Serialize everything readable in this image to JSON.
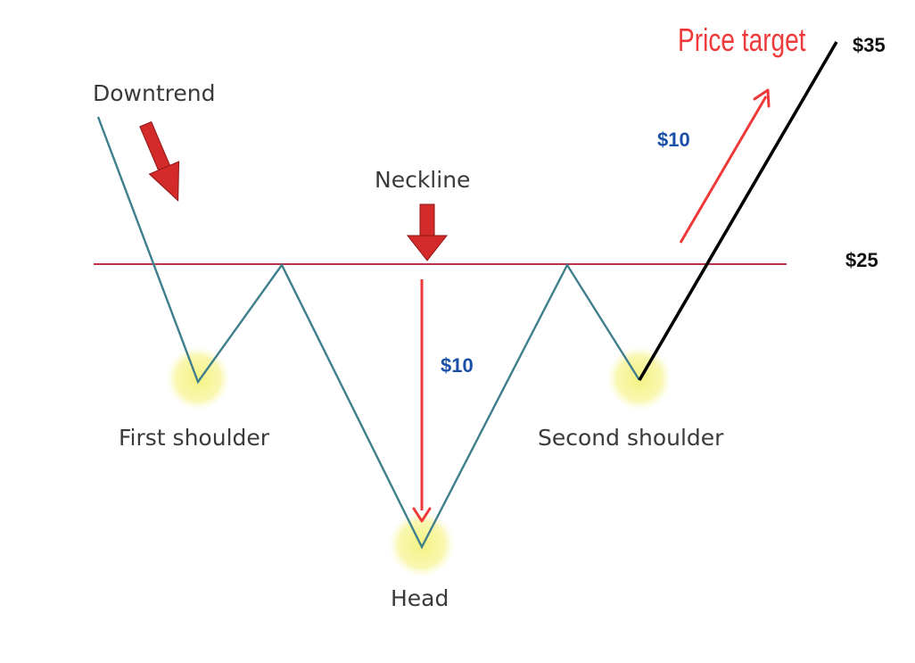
{
  "labels": {
    "downtrend": "Downtrend",
    "neckline": "Neckline",
    "first_shoulder": "First shoulder",
    "head": "Head",
    "second_shoulder": "Second shoulder",
    "price_target": "Price target",
    "measured_move_neck_to_head": "$10",
    "measured_move_projection": "$10",
    "neckline_price": "$25",
    "target_price": "$35"
  },
  "colors": {
    "pattern_line": "#3f7e8c",
    "neckline": "#b9334a",
    "breakout_line": "#000000",
    "arrow_red": "#d42a2a",
    "measure_red": "#f03838",
    "highlight": "#f4f27a",
    "label_gray": "#3a3a3a",
    "value_blue": "#1a4fa8"
  },
  "icons": [
    "downtrend-arrow-icon",
    "neckline-arrow-icon",
    "price-target-arrow-icon"
  ]
}
